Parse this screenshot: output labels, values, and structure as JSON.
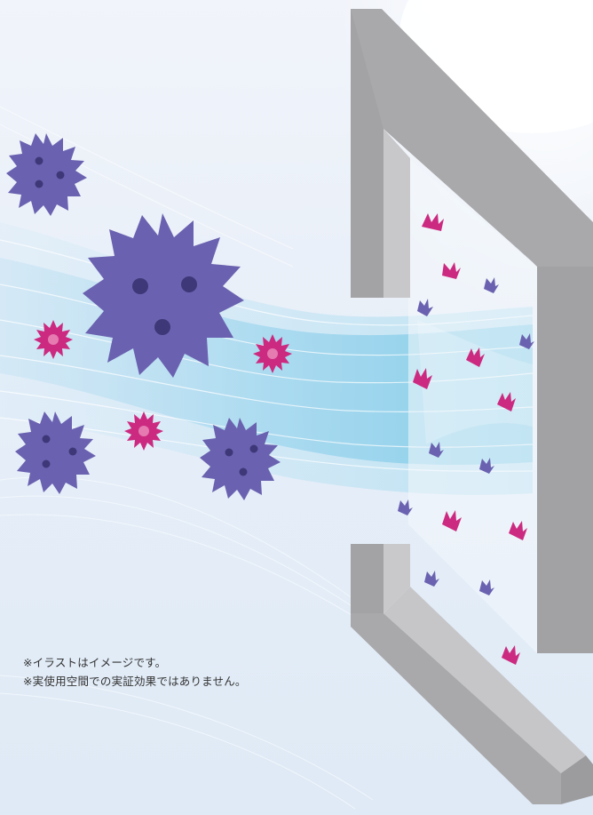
{
  "notes": [
    "※イラストはイメージです。",
    "※実使用空間での実証効果ではありません。"
  ],
  "colors": {
    "germ": "#6a62b0",
    "germ_face": "#3e3878",
    "pollen": "#cc2a80",
    "pollen_center": "#e57bb1",
    "frame_dark": "#a8a8aa",
    "frame_light": "#c9c9cb",
    "airflow": "#8ed0ea",
    "sky_top": "#eef2f9",
    "sky_bottom": "#d9e7f5"
  },
  "icons": {
    "large_particle": "germ-icon",
    "small_particle": "pollen-icon",
    "fragment": "particle-fragment-icon",
    "filter": "air-filter-frame"
  }
}
